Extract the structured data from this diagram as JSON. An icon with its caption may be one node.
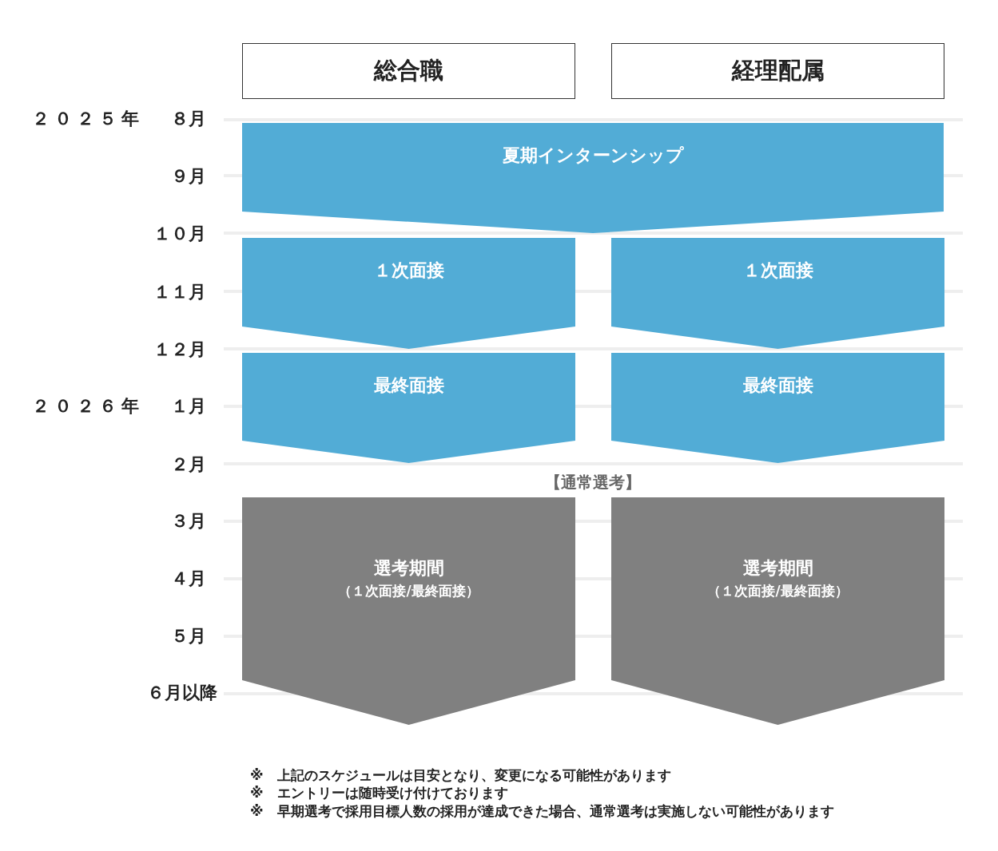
{
  "diagram": {
    "nodes": [
      {
        "text": [
          "総合職"
        ]
      },
      {
        "text": [
          "経理配属"
        ]
      },
      {
        "text": [
          "夏期インターンシップ"
        ]
      },
      {
        "text": [
          "１次面接"
        ]
      },
      {
        "text": [
          "１次面接"
        ]
      },
      {
        "text": [
          "最終面接"
        ]
      },
      {
        "text": [
          "最終面接"
        ]
      },
      {
        "text": [
          "選考期間",
          "（１次面接/最終面接）"
        ]
      },
      {
        "text": [
          "選考期間",
          "（１次面接/最終面接）"
        ]
      }
    ],
    "labels": [
      "２０２５年",
      "８月",
      "９月",
      "１０月",
      "１１月",
      "１２月",
      "２０２６年",
      "１月",
      "２月",
      "【通常選考】",
      "３月",
      "４月",
      "５月",
      "６月以降",
      "※　上記のスケジュールは目安となり、変更になる可能性があります",
      "※　エントリーは随時受け付けております",
      "※　早期選考で採用目標人数の採用が達成できた場合、通常選考は実施しない可能性があります"
    ]
  }
}
